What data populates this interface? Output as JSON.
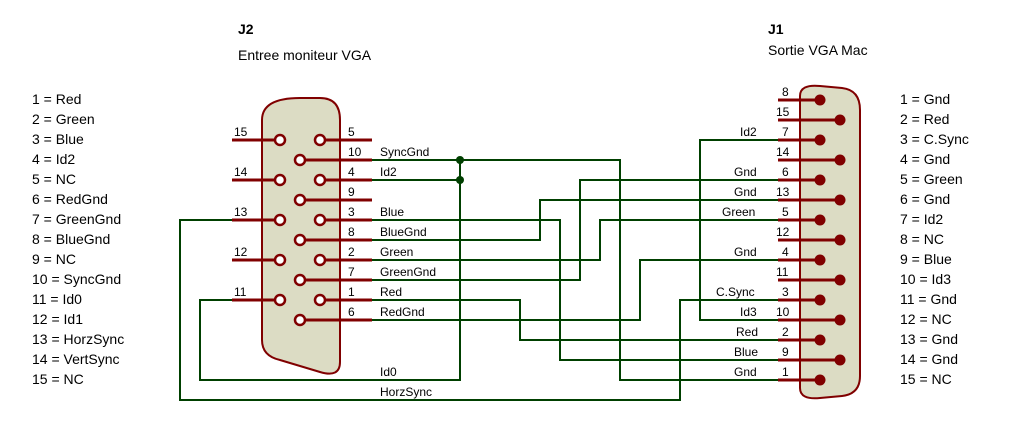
{
  "colors": {
    "connector_fill": "#dcdcc4",
    "connector_stroke": "#800000",
    "pin": "#800000",
    "wire": "#004000",
    "text": "#000000"
  },
  "j2": {
    "ref": "J2",
    "label": "Entree moniteur VGA",
    "pin_list": [
      "1 = Red",
      "2 = Green",
      "3 = Blue",
      "4 = Id2",
      "5 = NC",
      "6 = RedGnd",
      "7 = GreenGnd",
      "8 = BlueGnd",
      "9 = NC",
      "10 = SyncGnd",
      "11 = Id0",
      "12 = Id1",
      "13 = HorzSync",
      "14 = VertSync",
      "15 = NC"
    ],
    "pin_numbers": [
      "15",
      "5",
      "10",
      "4",
      "14",
      "9",
      "3",
      "13",
      "8",
      "2",
      "12",
      "7",
      "1",
      "11",
      "6"
    ]
  },
  "j1": {
    "ref": "J1",
    "label": "Sortie VGA Mac",
    "pin_list": [
      "1 = Gnd",
      "2 = Red",
      "3 = C.Sync",
      "4 = Gnd",
      "5 = Green",
      "6 = Gnd",
      "7 = Id2",
      "8 = NC",
      "9 = Blue",
      "10 = Id3",
      "11 = Gnd",
      "12 = NC",
      "13 = Gnd",
      "14 = Gnd",
      "15 = NC"
    ],
    "pin_numbers": [
      "8",
      "15",
      "7",
      "14",
      "6",
      "13",
      "5",
      "12",
      "4",
      "11",
      "3",
      "10",
      "2",
      "9",
      "1"
    ]
  },
  "wire_labels": {
    "j2_side": [
      "SyncGnd",
      "Id2",
      "Blue",
      "BlueGnd",
      "Green",
      "GreenGnd",
      "Red",
      "RedGnd",
      "Id0",
      "HorzSync"
    ],
    "j1_side": [
      "Id2",
      "Gnd",
      "Gnd",
      "Green",
      "Gnd",
      "C.Sync",
      "Id3",
      "Red",
      "Blue",
      "Gnd"
    ]
  }
}
